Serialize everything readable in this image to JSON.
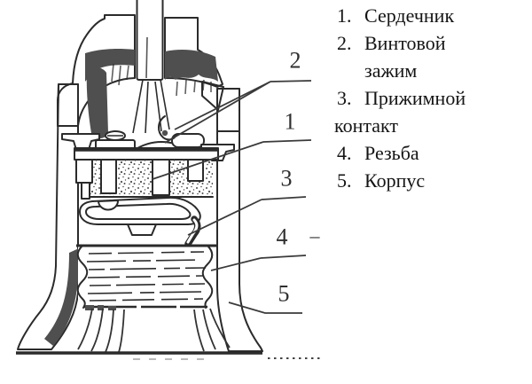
{
  "figure": {
    "description": "Cross-section technical drawing of a screw lamp socket with numbered parts",
    "language": "ru"
  },
  "colors": {
    "ink": "#2b2b2b",
    "dark_fill": "#4f4f4f",
    "background": "#ffffff"
  },
  "callouts": [
    {
      "label": "1"
    },
    {
      "label": "2"
    },
    {
      "label": "3"
    },
    {
      "label": "4",
      "suffix": "–"
    },
    {
      "label": "5"
    }
  ],
  "legend": {
    "items": [
      {
        "number": "1.",
        "label": "Сердечник",
        "lines": [
          "Сердечник"
        ],
        "continuation_indent": true
      },
      {
        "number": "2.",
        "label": "Винтовой зажим",
        "lines": [
          "Винтовой",
          "зажим"
        ],
        "continuation_indent": true
      },
      {
        "number": "3.",
        "label": "Прижимной контакт",
        "lines": [
          "Прижимной",
          "контакт"
        ],
        "continuation_indent": false
      },
      {
        "number": "4.",
        "label": "Резьба",
        "lines": [
          "Резьба"
        ],
        "continuation_indent": true
      },
      {
        "number": "5.",
        "label": "Корпус",
        "lines": [
          "Корпус"
        ],
        "continuation_indent": true
      }
    ]
  }
}
